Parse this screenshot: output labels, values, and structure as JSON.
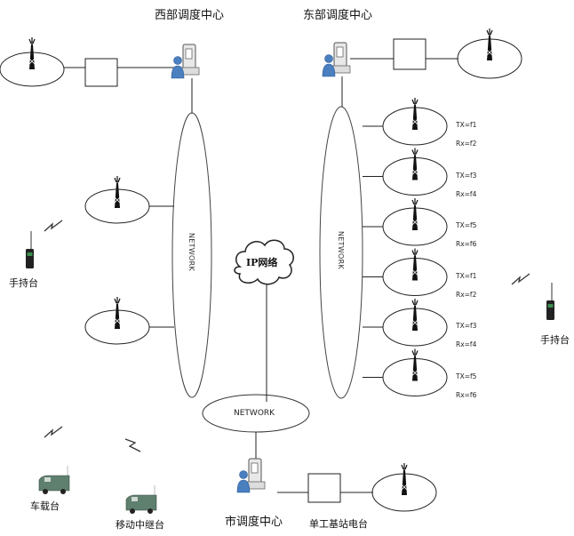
{
  "diagram": {
    "labels": {
      "west_center": "西部调度中心",
      "east_center": "东部调度中心",
      "city_center": "市调度中心",
      "handheld_left": "手持台",
      "handheld_right": "手持台",
      "vehicle": "车载台",
      "mobile_repeater": "移动中继台",
      "simplex_base": "单工基站电台",
      "ip_network": "IP网络",
      "network": "NETWORK"
    },
    "east_stations": [
      {
        "tx": "TX=f1",
        "rx": "Rx=f2"
      },
      {
        "tx": "TX=f3",
        "rx": "Rx=f4"
      },
      {
        "tx": "TX=f5",
        "rx": "Rx=f6"
      },
      {
        "tx": "TX=f1",
        "rx": "Rx=f2"
      },
      {
        "tx": "TX=f3",
        "rx": "Rx=f4"
      },
      {
        "tx": "TX=f5",
        "rx": "Rx=f6"
      }
    ],
    "colors": {
      "line": "#222222",
      "person": "#4a7fc0",
      "van": "#5f7f6f"
    }
  }
}
